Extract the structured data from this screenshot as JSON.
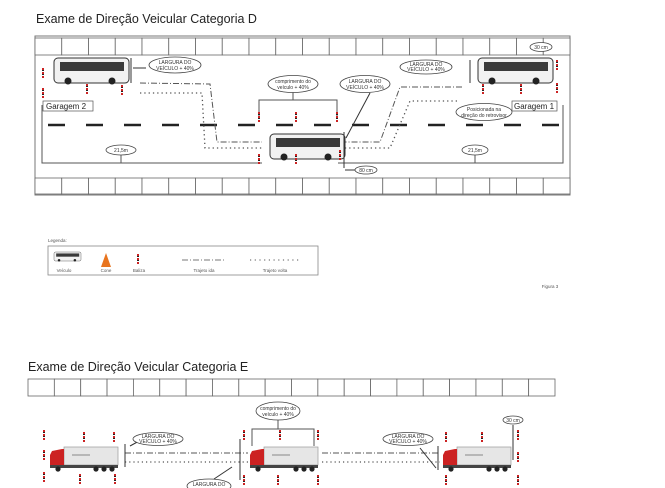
{
  "section_d": {
    "title": "Exame de Direção Veicular Categoria D",
    "garage_left": "Garagem 2",
    "garage_right": "Garagem 1",
    "width_label_1": [
      "LARGURA DO",
      "VEÍCULO + 40%"
    ],
    "length_label": [
      "comprimento do",
      "veículo + 40%"
    ],
    "width_label_2": [
      "LARGURA DO",
      "VEÍCULO + 40%"
    ],
    "width_label_3": [
      "LARGURA DO",
      "VEÍCULO + 40%"
    ],
    "positioned_label": [
      "Posicionada na",
      "direção do retrovisor"
    ],
    "distance_left": "21,5m",
    "distance_right": "21,5m",
    "curb_gap_top": "30 cm",
    "curb_gap_bottom": "80 cm"
  },
  "legend": {
    "title": "Legenda:",
    "items": [
      "Veículo",
      "Cone",
      "Baliza",
      "Trajeto ida",
      "Trajeto volta"
    ],
    "cone_color": "#e8741e"
  },
  "figure_caption": "Figura 3",
  "section_e": {
    "title": "Exame de Direção Veicular Categoria E",
    "width_label_1": [
      "LARGURA DO",
      "VEÍCULO + 40%"
    ],
    "length_label": [
      "comprimento do",
      "veículo + 40%"
    ],
    "width_label_2": [
      "LARGURA DO",
      "VEÍCULO + 40%"
    ],
    "width_label_bottom": "LARGURA DO",
    "curb_gap": "30 cm"
  }
}
